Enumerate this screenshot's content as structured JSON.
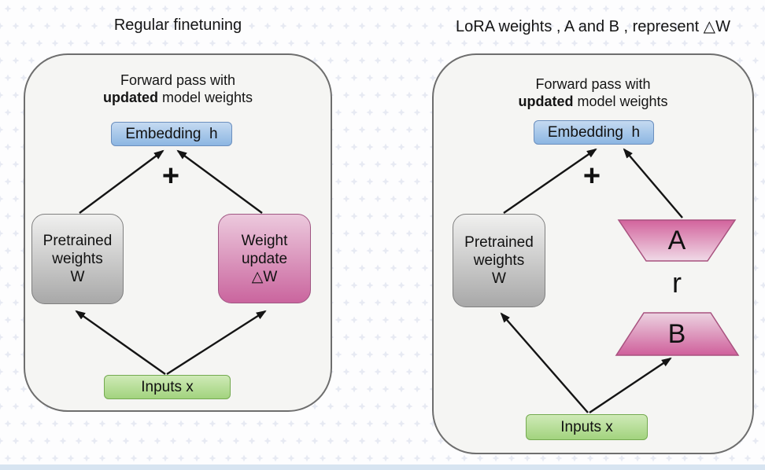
{
  "colors": {
    "page_background": "#fdfdfe",
    "pattern_plus": "#e7eaf3",
    "bottom_strip": "#d7e4f1",
    "panel_fill": "#f5f5f3",
    "panel_border": "#6e6e6e",
    "embedding_gradient_top": "#c5daf1",
    "embedding_gradient_bottom": "#8cb6e2",
    "gray_gradient_top": "#f0f0ef",
    "gray_gradient_bottom": "#a8a8a8",
    "pink_gradient_top": "#ecc9dd",
    "pink_gradient_bottom": "#ca659e",
    "green_gradient_top": "#cfeab7",
    "green_gradient_bottom": "#a2d37e",
    "trapezoid_dark": "#d2639c",
    "trapezoid_light": "#f0dae7",
    "arrow": "#141414"
  },
  "left_panel": {
    "title": "Regular finetuning",
    "forward_line1": "Forward pass with",
    "forward_bold": "updated",
    "forward_rest": " model weights",
    "embedding_label": "Embedding  h",
    "plus_sign": "+",
    "pretrained_lines": [
      "Pretrained",
      "weights",
      "W"
    ],
    "weight_update_lines": [
      "Weight",
      "update",
      "△W"
    ],
    "inputs_label": "Inputs x"
  },
  "right_panel": {
    "title": "LoRA weights , A and B , represent △W",
    "forward_line1": "Forward pass with",
    "forward_bold": "updated",
    "forward_rest": " model weights",
    "embedding_label": "Embedding  h",
    "plus_sign": "+",
    "pretrained_lines": [
      "Pretrained",
      "weights",
      "W"
    ],
    "lora_a_label": "A",
    "rank_label": "r",
    "lora_b_label": "B",
    "inputs_label": "Inputs x"
  }
}
